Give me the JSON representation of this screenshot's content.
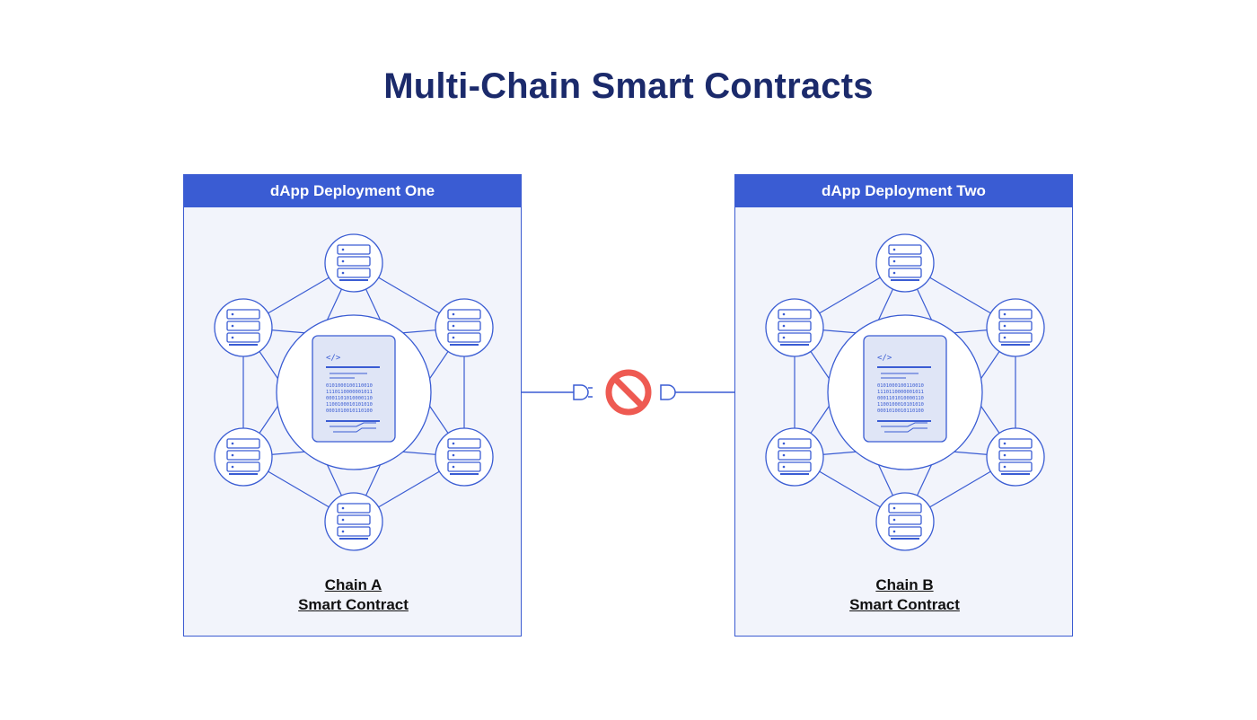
{
  "title": "Multi-Chain Smart Contracts",
  "deployments": [
    {
      "header": "dApp Deployment One",
      "chain_line": "Chain A",
      "contract_line": "Smart Contract"
    },
    {
      "header": "dApp Deployment Two",
      "chain_line": "Chain B",
      "contract_line": "Smart Contract"
    }
  ],
  "document": {
    "code_tag": "</>",
    "binary_rows": [
      "0101000100110010",
      "1110110000001011",
      "0001101010000110",
      "1100100010101010",
      "0001010010110100"
    ]
  },
  "colors": {
    "title": "#1b2a6b",
    "accent": "#3a5cd3",
    "panel_bg": "#f2f4fb",
    "blocked": "#ee5a52"
  },
  "icons": {
    "node": "server-stack-icon",
    "contract": "document-code-icon",
    "blocked": "prohibited-icon",
    "plug": "plug-icon",
    "socket": "socket-icon"
  }
}
